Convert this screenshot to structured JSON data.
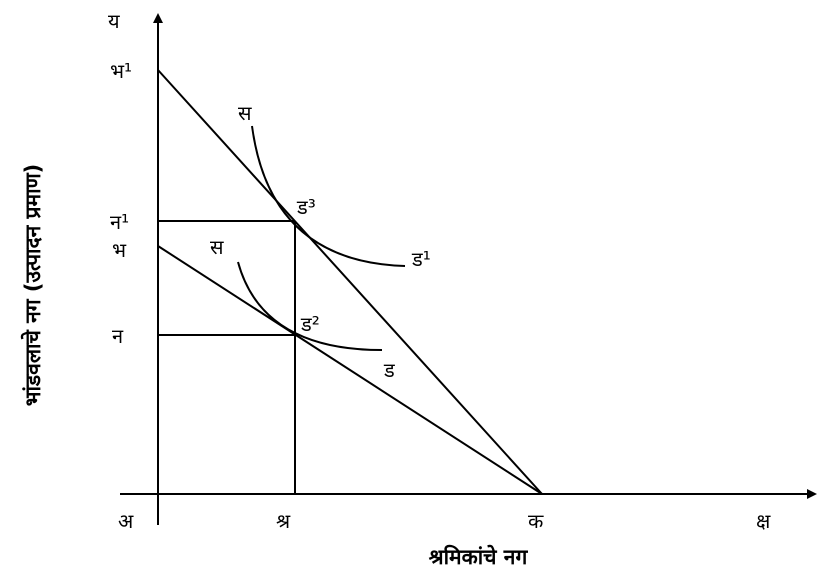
{
  "labels": {
    "y_axis_letter": "य",
    "x_axis_end": "क्ष",
    "origin": "अ",
    "x_shram": "श्र",
    "x_k": "क",
    "y_bh1": "भ¹",
    "y_n1": "न¹",
    "y_bh": "भ",
    "y_n": "न",
    "curve_s_upper": "स",
    "curve_s_lower": "स",
    "curve_d1_end": "ड¹",
    "curve_d_end": "ड",
    "point_d3": "ड³",
    "point_d2": "ड²"
  },
  "axis_titles": {
    "x": "श्रमिकांचे नग",
    "y": "भांडवलाचे नग (उत्पादन प्रमाण)"
  },
  "colors": {
    "ink": "#000000",
    "background": "#ffffff"
  }
}
